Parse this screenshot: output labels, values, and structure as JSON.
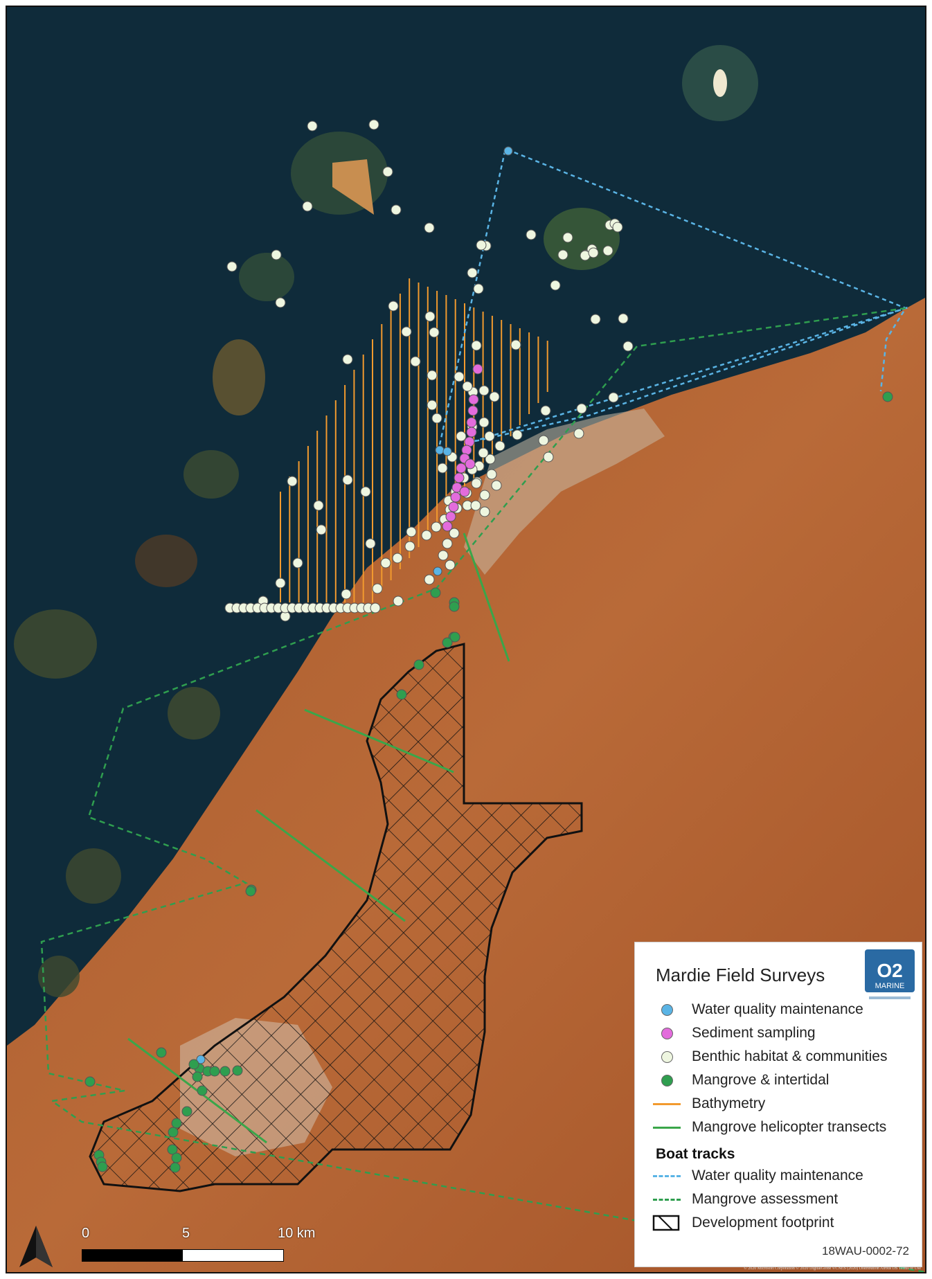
{
  "legend": {
    "title": "Mardie Field Surveys",
    "items": [
      {
        "label": "Water quality maintenance",
        "symbol": "dot",
        "color": "#5ab4e5"
      },
      {
        "label": "Sediment sampling",
        "symbol": "dot",
        "color": "#e36cdc"
      },
      {
        "label": "Benthic habitat & communities",
        "symbol": "dot",
        "color": "#eef6e0"
      },
      {
        "label": "Mangrove & intertidal",
        "symbol": "dot",
        "color": "#2f9e4f"
      },
      {
        "label": "Bathymetry",
        "symbol": "line",
        "color": "#f29a2e"
      },
      {
        "label": "Mangrove helicopter transects",
        "symbol": "line",
        "color": "#3aa64a"
      }
    ],
    "boat_tracks_heading": "Boat tracks",
    "boat_tracks": [
      {
        "label": "Water quality maintenance",
        "symbol": "dashed",
        "color": "#5ab4e5"
      },
      {
        "label": "Mangrove assessment",
        "symbol": "dashed",
        "color": "#2f9e4f"
      },
      {
        "label": "Development footprint",
        "symbol": "hatch",
        "color": "#111111"
      }
    ],
    "logo_text": "O2",
    "logo_sub": "MARINE",
    "doc_id": "18WAU-0002-72"
  },
  "scale_bar": {
    "labels": [
      "0",
      "5",
      "10 km"
    ]
  },
  "north_arrow_icon": "north-arrow-icon",
  "attribution": "© 2020 Microsoft Corporation © 2020 DigitalGlobe ©CNES (2020) Distribution Airbus DS Terms of Use",
  "colors": {
    "ocean": "#0f2b3a",
    "land": "#b5612f",
    "benthic": "#eef6e0",
    "sediment": "#e36cdc",
    "water_quality": "#5ab4e5",
    "mangrove": "#2f9e4f",
    "bathymetry": "#f29a2e"
  }
}
